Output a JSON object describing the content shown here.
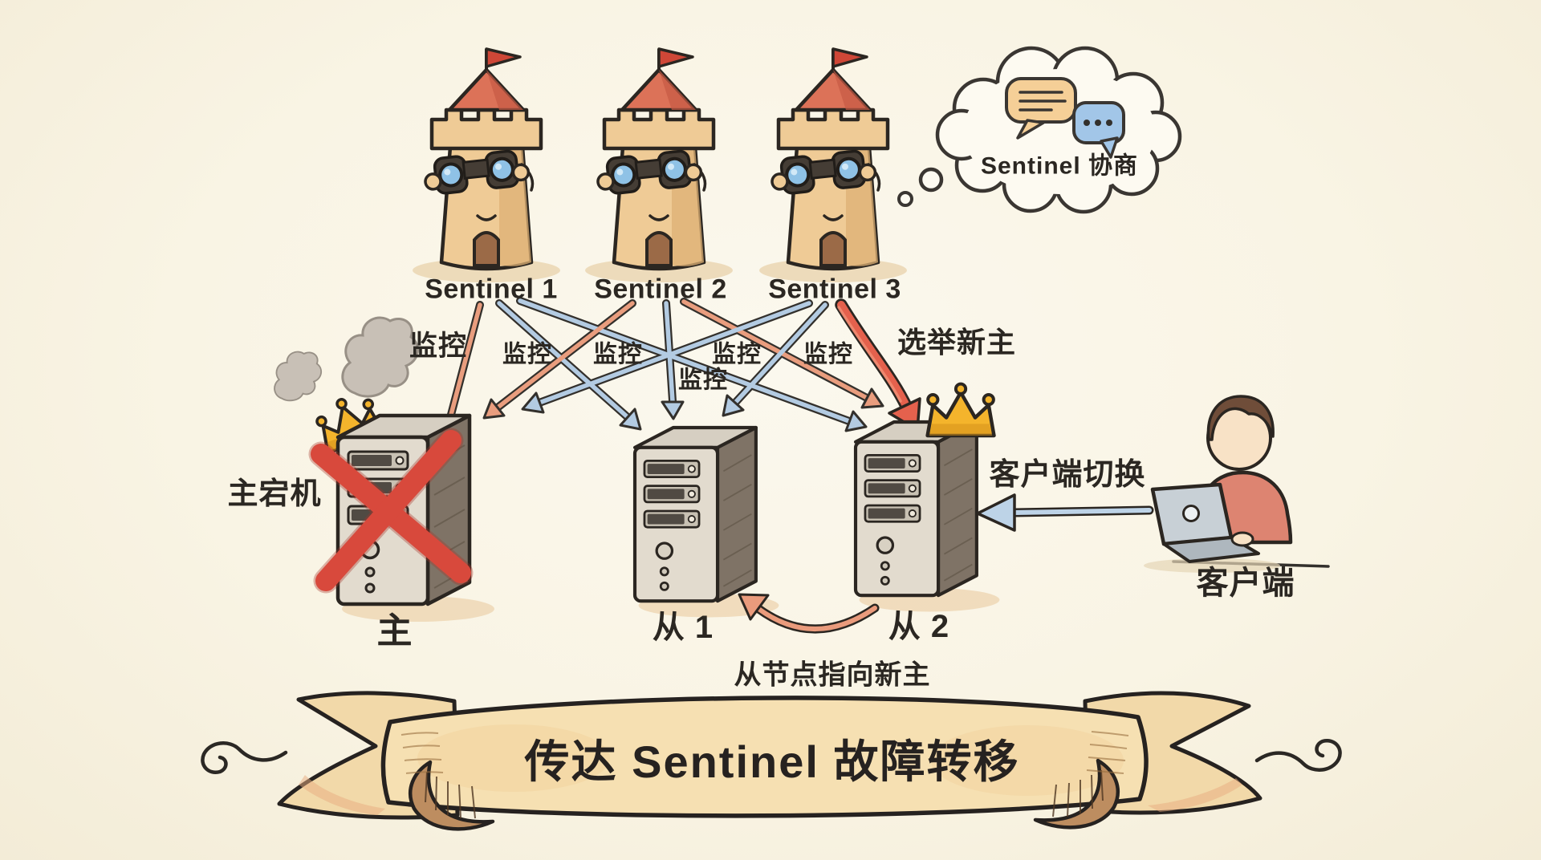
{
  "scene": {
    "banner_title": "传达 Sentinel 故障转移",
    "sentinels": [
      {
        "label": "Sentinel 1"
      },
      {
        "label": "Sentinel 2"
      },
      {
        "label": "Sentinel 3"
      }
    ],
    "thought_bubble": {
      "text": "Sentinel 协商"
    },
    "edge_labels": {
      "monitor": "监控",
      "elect_new_master": "选举新主",
      "client_switch": "客户端切换",
      "slaves_repoint": "从节点指向新主"
    },
    "nodes": {
      "master": {
        "status": "主宕机",
        "name": "主"
      },
      "slave1": {
        "name": "从 1"
      },
      "slave2": {
        "name": "从 2"
      },
      "client": {
        "name": "客户端"
      }
    },
    "colors": {
      "background": "#f9f4e4",
      "ink": "#2b2621",
      "monitor_arrow_salmon": "#e99d7e",
      "monitor_arrow_blue": "#b3cbe2",
      "election_arrow_red": "#e4614d",
      "failure_x_red": "#d8493c",
      "crown_gold": "#f4b42c",
      "tower_tan": "#efcb96",
      "banner_parchment": "#f6e0b2"
    },
    "icons": {
      "sentinel": "watchtower-icon",
      "negotiation": "chat-bubbles-icon",
      "master_failure": "red-x-icon",
      "new_master": "crown-icon",
      "client": "person-laptop-icon"
    }
  }
}
